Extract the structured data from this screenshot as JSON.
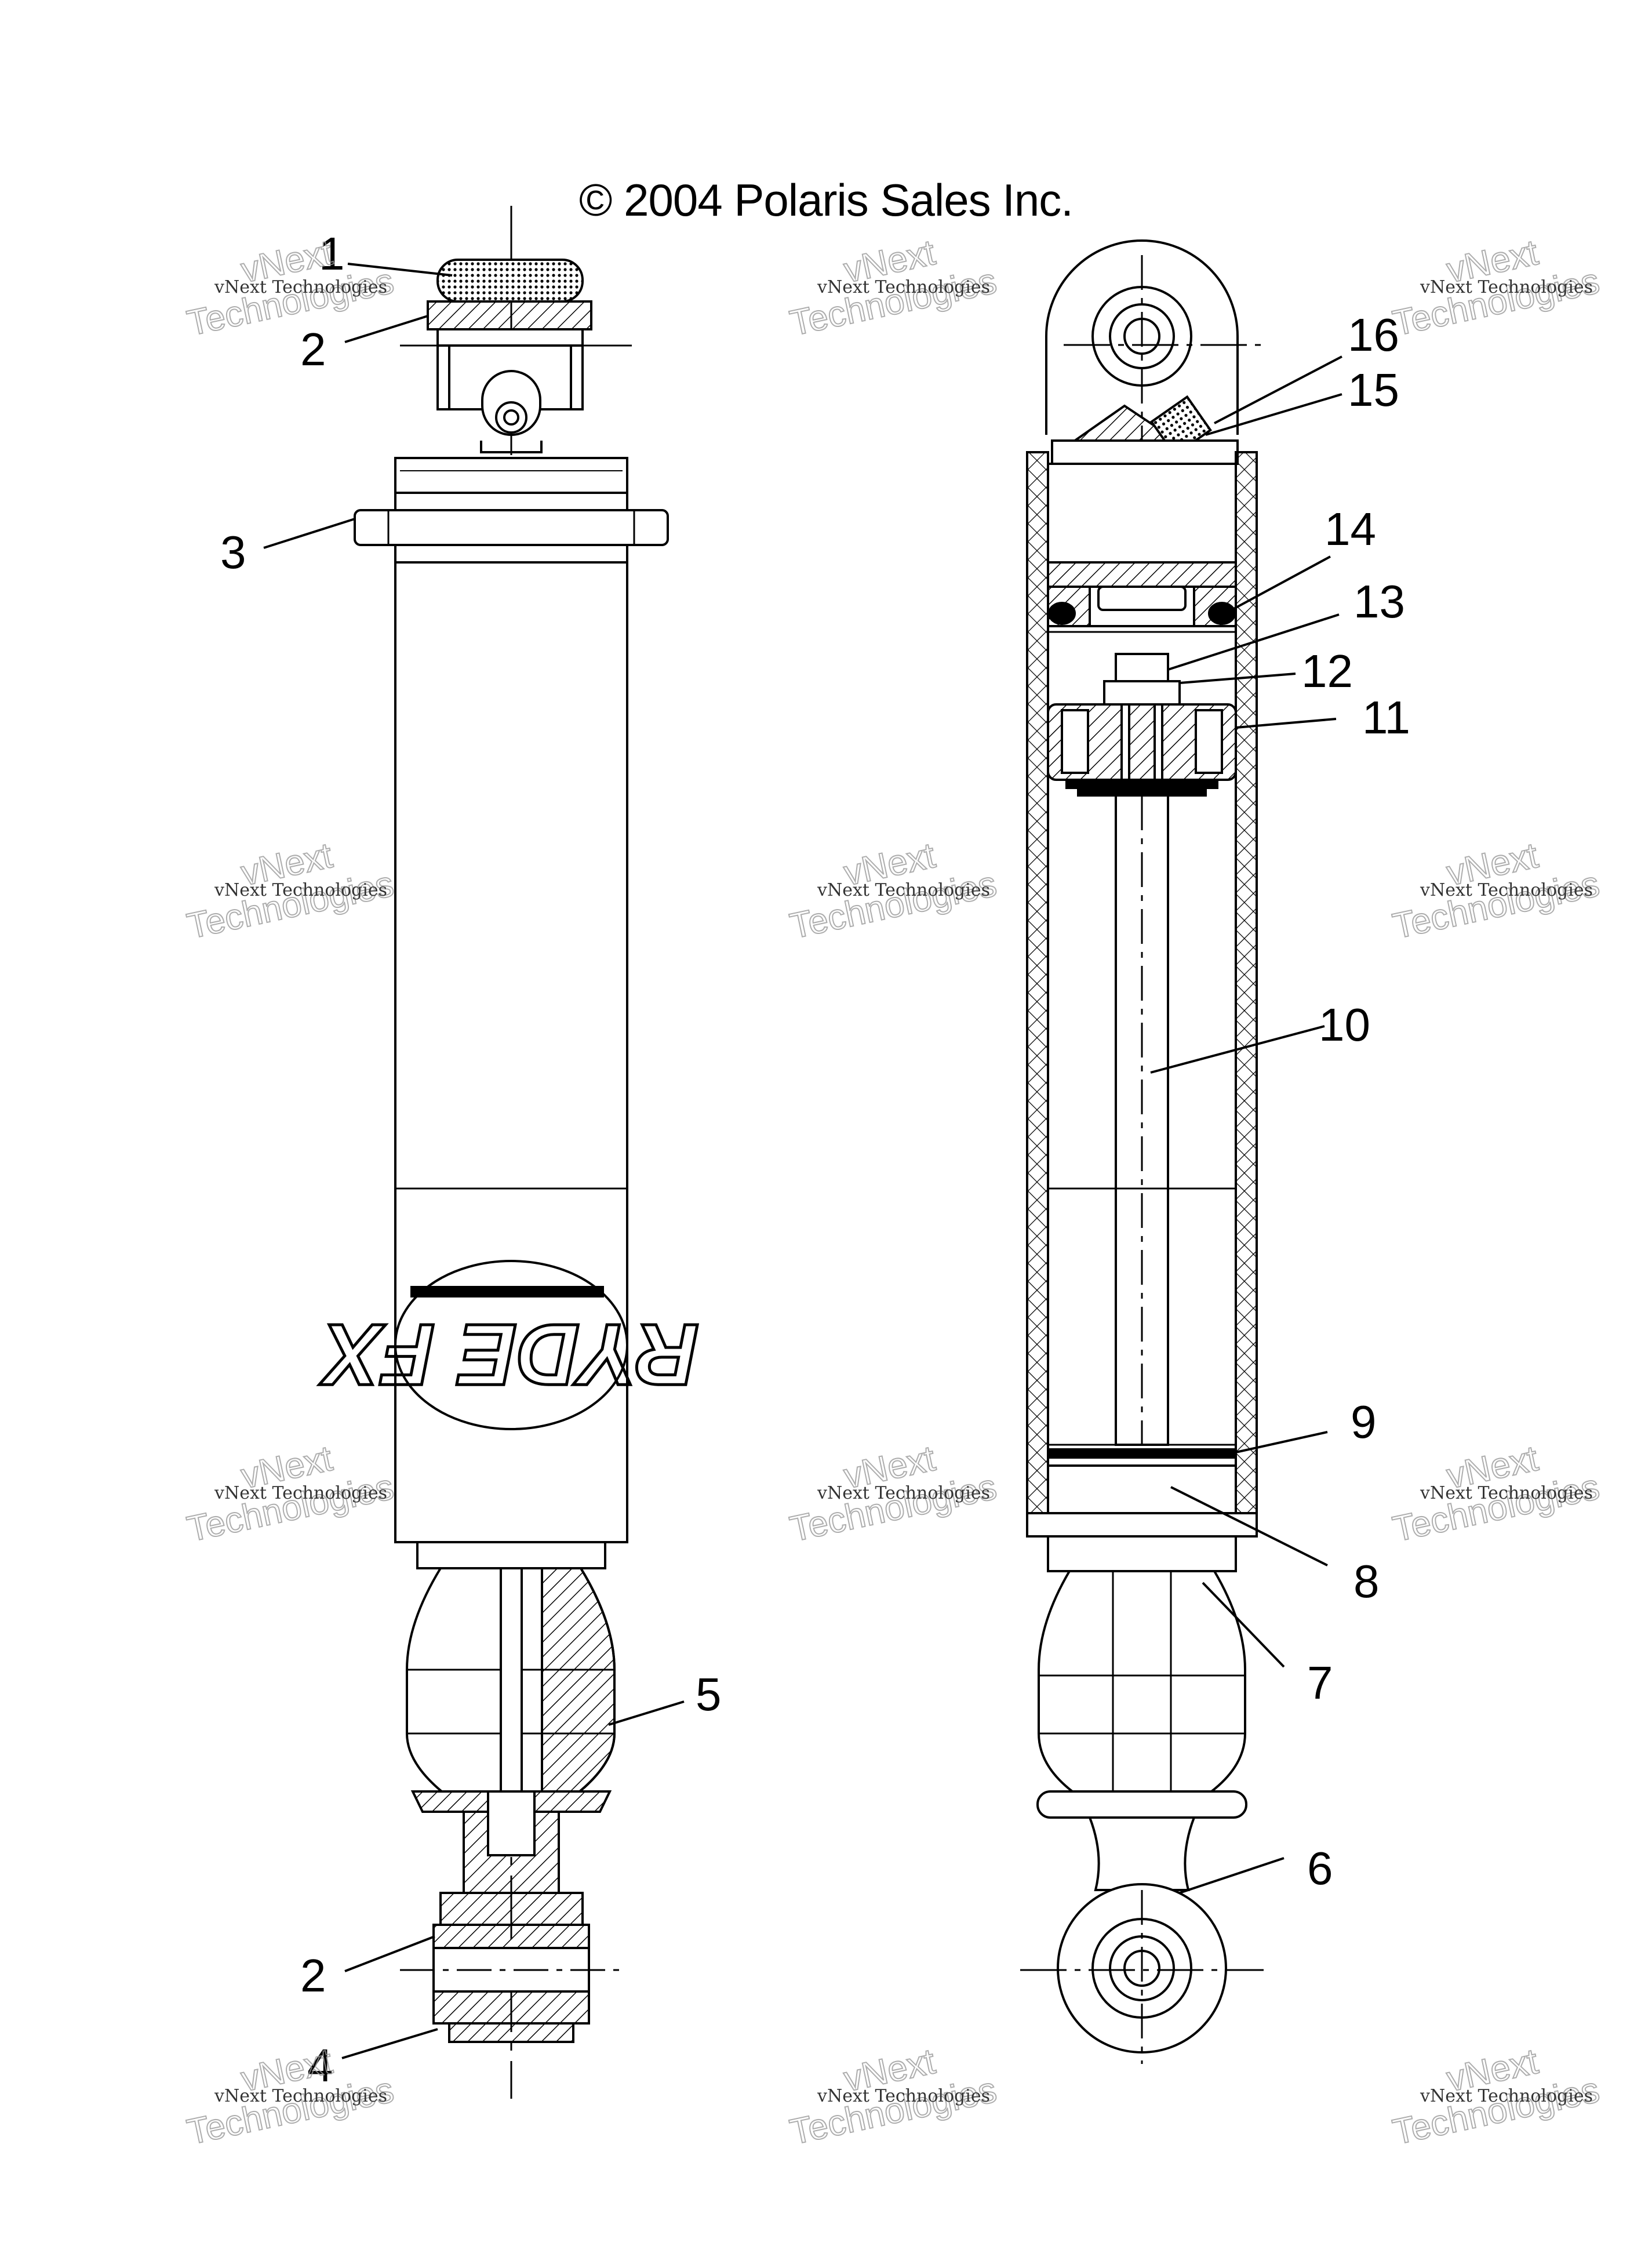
{
  "copyright": "© 2004 Polaris Sales Inc.",
  "watermark": {
    "small": "vNext Technologies",
    "large_top": "vNext",
    "large_bottom": "Technologies"
  },
  "logo_text": "RYDE FX",
  "callouts": {
    "c1": "1",
    "c2a": "2",
    "c3": "3",
    "c5": "5",
    "c2b": "2",
    "c4": "4",
    "c16": "16",
    "c15": "15",
    "c14": "14",
    "c13": "13",
    "c12": "12",
    "c11": "11",
    "c10": "10",
    "c9": "9",
    "c8": "8",
    "c7": "7",
    "c6": "6"
  },
  "colors": {
    "line": "#000000",
    "background": "#ffffff",
    "watermark": "#999999"
  }
}
